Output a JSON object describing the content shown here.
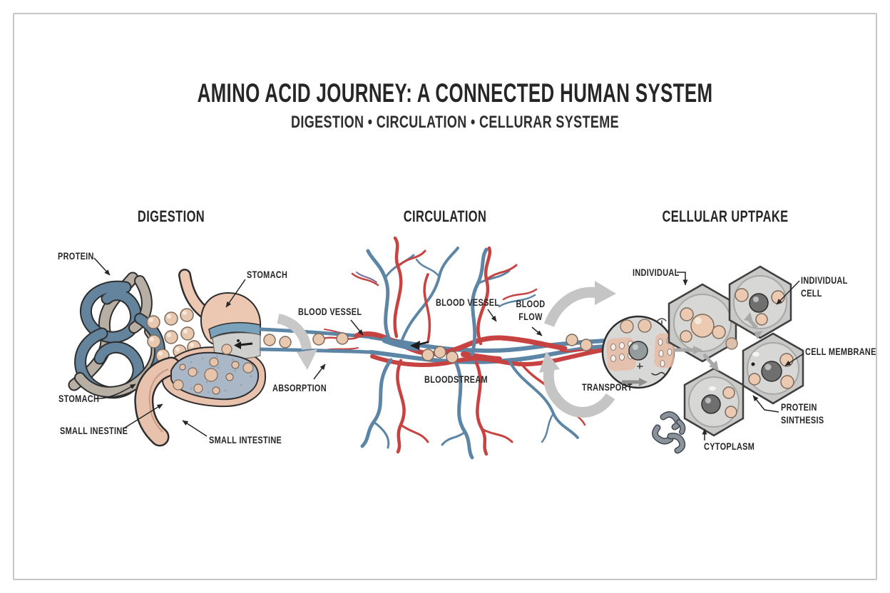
{
  "header": {
    "title": "AMINO ACID JOURNEY: A CONNECTED HUMAN SYSTEM",
    "subtitle": "DIGESTION • CIRCULATION • CELLURAR SYSTEME"
  },
  "sections": {
    "digestion": "DIGESTION",
    "circulation": "CIRCULATION",
    "cellular": "CELLULAR UPTPAKE"
  },
  "labels": {
    "protein": "PROTEIN",
    "stomach_top": "STOMACH",
    "stomach_left": "STOMACH",
    "small_inestine": "SMALL INESTINE",
    "small_intestine": "SMALL INTESTINE",
    "blood_vessel_digestion": "BLOOD VESSEL",
    "absorption": "ABSORPTION",
    "blood_vessel_circulation": "BLOOD VESSEL",
    "blood_flow_line1": "BLOOD",
    "blood_flow_line2": "FLOW",
    "bloodstream": "BLOODSTREAM",
    "transport": "TRANSPORT",
    "individual": "INDIVIDUAL",
    "individual_cell_line1": "INDIVIDUAL",
    "individual_cell_line2": "CELL",
    "cell_membrane": "CELL MEMBRANE",
    "protein_sinthesis_line1": "PROTEIN",
    "protein_sinthesis_line2": "SINTHESIS",
    "cytoplasm": "CYTOPLASM"
  },
  "colors": {
    "ink": "#262626",
    "artery_red": "#c74341",
    "vein_blue": "#5d86a6",
    "amino_beige": "#e9c8b0",
    "organ_pink": "#ecc7b2",
    "chyme_blue_gray": "#aab7c6",
    "cell_gray": "#c9c9c7",
    "arrow_gray": "#c5c5c5"
  }
}
